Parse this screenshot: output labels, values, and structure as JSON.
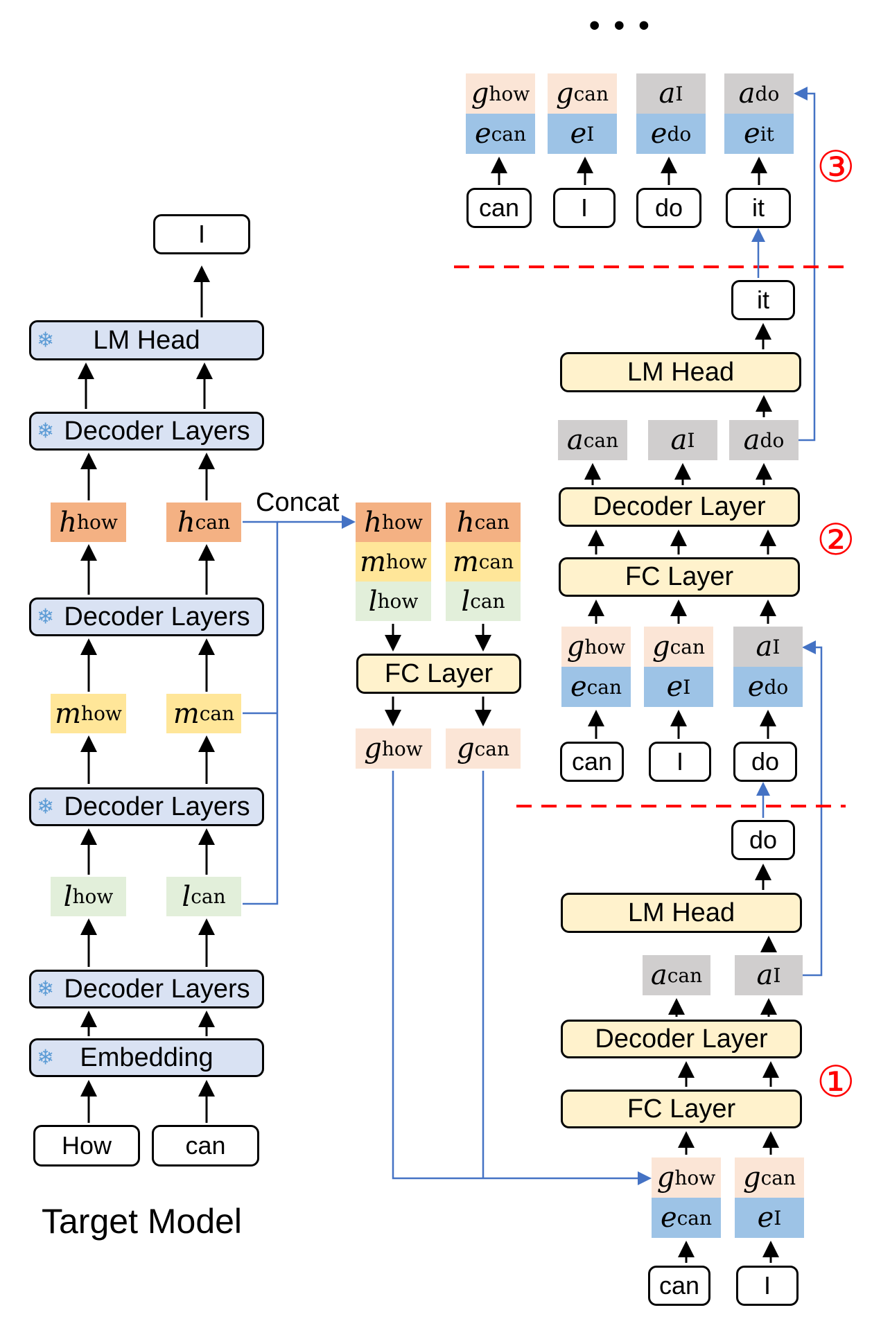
{
  "target_model": {
    "caption": "Target Model",
    "output_token": "I",
    "layers": {
      "lm_head": "LM Head",
      "decoder": "Decoder Layers",
      "embedding": "Embedding"
    },
    "inputs": [
      "How",
      "can"
    ],
    "features": {
      "h": {
        "sym": "h",
        "subs": [
          "how",
          "can"
        ]
      },
      "m": {
        "sym": "m",
        "subs": [
          "how",
          "can"
        ]
      },
      "l": {
        "sym": "l",
        "subs": [
          "how",
          "can"
        ]
      }
    },
    "concat_label": "Concat"
  },
  "fusion": {
    "fc_label": "FC Layer",
    "stack_syms": [
      "h",
      "m",
      "l"
    ],
    "cols": [
      "how",
      "can"
    ],
    "output_sym": "g"
  },
  "draft": {
    "fc_label": "FC Layer",
    "decoder_label": "Decoder Layer",
    "lm_head_label": "LM Head",
    "step_markers": [
      "①",
      "②",
      "③"
    ],
    "ellipsis": "• • •",
    "step1": {
      "inputs": [
        "can",
        "I"
      ],
      "top_cells": [
        {
          "sym": "g",
          "sub": "how"
        },
        {
          "sym": "g",
          "sub": "can"
        }
      ],
      "bottom_cells": [
        {
          "sym": "e",
          "sub": "can"
        },
        {
          "sym": "e",
          "sub": "I"
        }
      ],
      "acts": [
        {
          "sym": "a",
          "sub": "can"
        },
        {
          "sym": "a",
          "sub": "I"
        }
      ],
      "output": "do"
    },
    "step2": {
      "inputs": [
        "can",
        "I",
        "do"
      ],
      "top_cells": [
        {
          "sym": "g",
          "sub": "how"
        },
        {
          "sym": "g",
          "sub": "can"
        },
        {
          "sym": "a",
          "sub": "I"
        }
      ],
      "bottom_cells": [
        {
          "sym": "e",
          "sub": "can"
        },
        {
          "sym": "e",
          "sub": "I"
        },
        {
          "sym": "e",
          "sub": "do"
        }
      ],
      "acts": [
        {
          "sym": "a",
          "sub": "can"
        },
        {
          "sym": "a",
          "sub": "I"
        },
        {
          "sym": "a",
          "sub": "do"
        }
      ],
      "output": "it"
    },
    "step3": {
      "inputs": [
        "can",
        "I",
        "do",
        "it"
      ],
      "top_cells": [
        {
          "sym": "g",
          "sub": "how"
        },
        {
          "sym": "g",
          "sub": "can"
        },
        {
          "sym": "a",
          "sub": "I"
        },
        {
          "sym": "a",
          "sub": "do"
        }
      ],
      "bottom_cells": [
        {
          "sym": "e",
          "sub": "can"
        },
        {
          "sym": "e",
          "sub": "I"
        },
        {
          "sym": "e",
          "sub": "do"
        },
        {
          "sym": "e",
          "sub": "it"
        }
      ]
    }
  },
  "colors": {
    "h": "#f4b183",
    "m": "#ffe699",
    "l": "#e2efda",
    "g": "#fbe5d6",
    "e": "#9dc3e6",
    "a": "#d0cece",
    "blue_box": "#d9e2f3",
    "yellow_box": "#fff2cc",
    "connector": "#4472c4",
    "separator": "#ff0000"
  },
  "icons": {
    "frozen": "snowflake-icon"
  }
}
